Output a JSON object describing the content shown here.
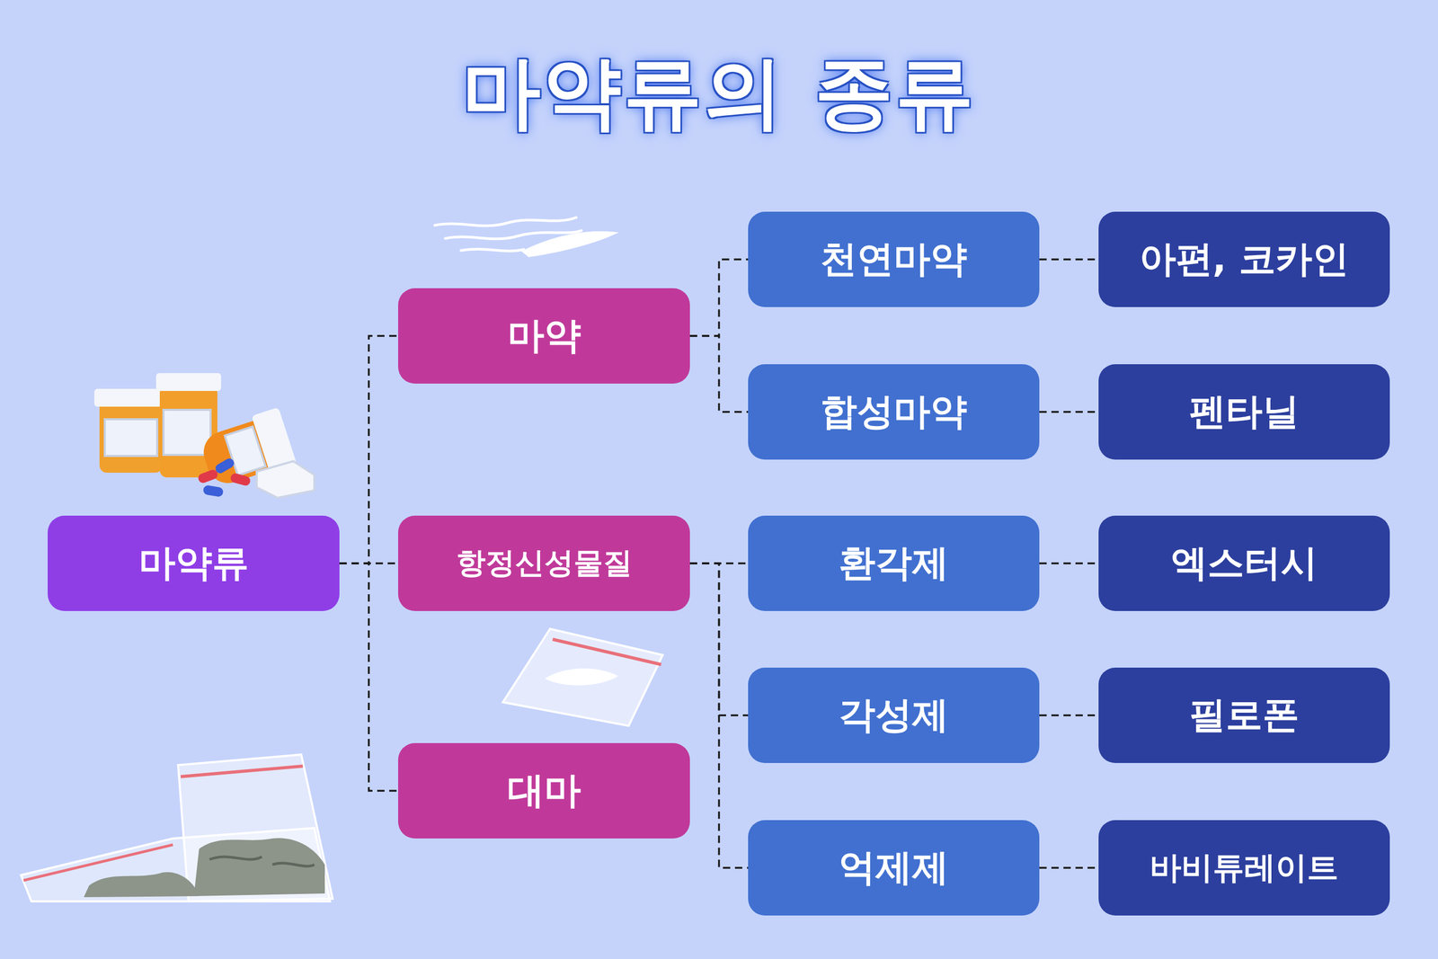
{
  "diagram": {
    "title": "마약류의 종류",
    "nodes": [
      {
        "text": [
          "마약류"
        ]
      },
      {
        "text": [
          "마약"
        ]
      },
      {
        "text": [
          "항정신성물질"
        ]
      },
      {
        "text": [
          "대마"
        ]
      },
      {
        "text": [
          "천연마약"
        ]
      },
      {
        "text": [
          "합성마약"
        ]
      },
      {
        "text": [
          "환각제"
        ]
      },
      {
        "text": [
          "각성제"
        ]
      },
      {
        "text": [
          "억제제"
        ]
      },
      {
        "text": [
          "아편, 코카인"
        ]
      },
      {
        "text": [
          "펜타닐"
        ]
      },
      {
        "text": [
          "엑스터시"
        ]
      },
      {
        "text": [
          "필로폰"
        ]
      },
      {
        "text": [
          "바비튜레이트"
        ]
      }
    ],
    "edges": [
      {
        "from": 0,
        "to": 1,
        "arrow": "none"
      },
      {
        "from": 0,
        "to": 2,
        "arrow": "none"
      },
      {
        "from": 0,
        "to": 3,
        "arrow": "none"
      },
      {
        "from": 1,
        "to": 4,
        "arrow": "none"
      },
      {
        "from": 1,
        "to": 5,
        "arrow": "none"
      },
      {
        "from": 2,
        "to": 6,
        "arrow": "none"
      },
      {
        "from": 2,
        "to": 7,
        "arrow": "none"
      },
      {
        "from": 2,
        "to": 8,
        "arrow": "none"
      },
      {
        "from": 4,
        "to": 9,
        "arrow": "none"
      },
      {
        "from": 5,
        "to": 10,
        "arrow": "none"
      },
      {
        "from": 6,
        "to": 11,
        "arrow": "none"
      },
      {
        "from": 7,
        "to": 12,
        "arrow": "none"
      },
      {
        "from": 8,
        "to": 13,
        "arrow": "none"
      }
    ]
  }
}
